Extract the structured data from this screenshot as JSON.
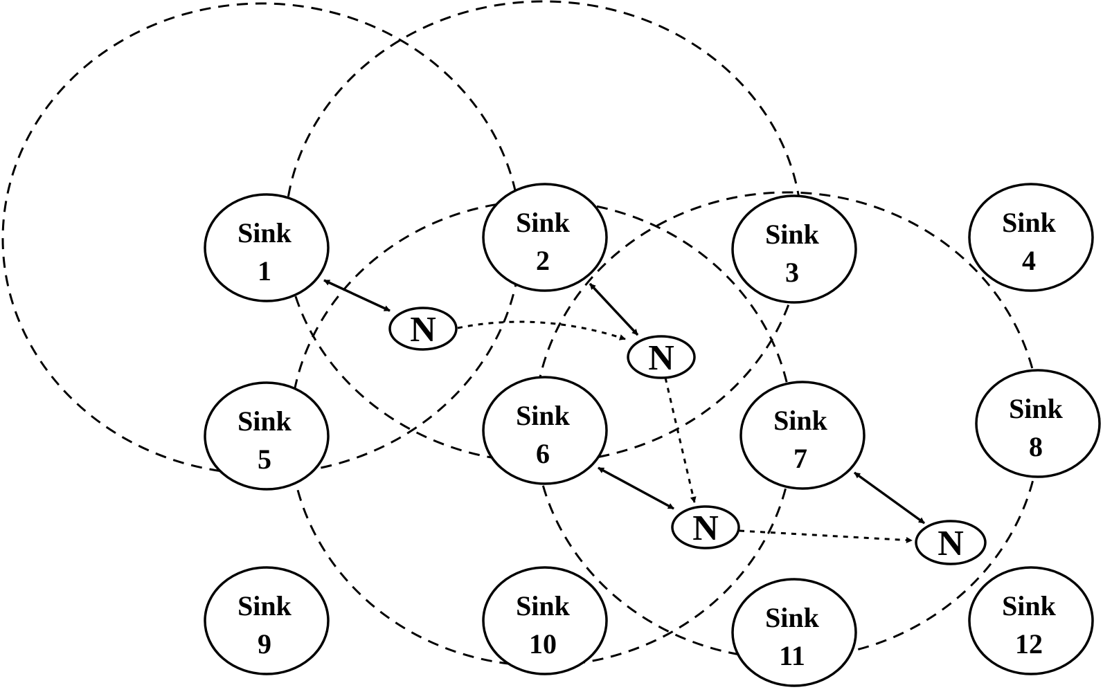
{
  "sinks": [
    {
      "label": "Sink",
      "number": "1"
    },
    {
      "label": "Sink",
      "number": "2"
    },
    {
      "label": "Sink",
      "number": "3"
    },
    {
      "label": "Sink",
      "number": "4"
    },
    {
      "label": "Sink",
      "number": "5"
    },
    {
      "label": "Sink",
      "number": "6"
    },
    {
      "label": "Sink",
      "number": "7"
    },
    {
      "label": "Sink",
      "number": "8"
    },
    {
      "label": "Sink",
      "number": "9"
    },
    {
      "label": "Sink",
      "number": "10"
    },
    {
      "label": "Sink",
      "number": "11"
    },
    {
      "label": "Sink",
      "number": "12"
    }
  ],
  "mobile_nodes": [
    {
      "label": "N"
    },
    {
      "label": "N"
    },
    {
      "label": "N"
    },
    {
      "label": "N"
    }
  ],
  "links": [
    {
      "from": "sink-1",
      "to": "mobile-node-1",
      "style": "solid",
      "direction": "bidirectional"
    },
    {
      "from": "sink-2",
      "to": "mobile-node-2",
      "style": "solid",
      "direction": "bidirectional"
    },
    {
      "from": "sink-6",
      "to": "mobile-node-3",
      "style": "solid",
      "direction": "bidirectional"
    },
    {
      "from": "sink-7",
      "to": "mobile-node-4",
      "style": "solid",
      "direction": "bidirectional"
    },
    {
      "from": "mobile-node-1",
      "to": "mobile-node-2",
      "style": "dotted",
      "direction": "forward"
    },
    {
      "from": "mobile-node-2",
      "to": "mobile-node-3",
      "style": "dotted",
      "direction": "forward"
    },
    {
      "from": "mobile-node-3",
      "to": "mobile-node-4",
      "style": "dotted",
      "direction": "forward"
    }
  ],
  "coverage_ranges": [
    {
      "centered_on": "sink-1"
    },
    {
      "centered_on": "sink-2"
    },
    {
      "centered_on": "sink-6"
    },
    {
      "centered_on": "sink-7"
    }
  ]
}
